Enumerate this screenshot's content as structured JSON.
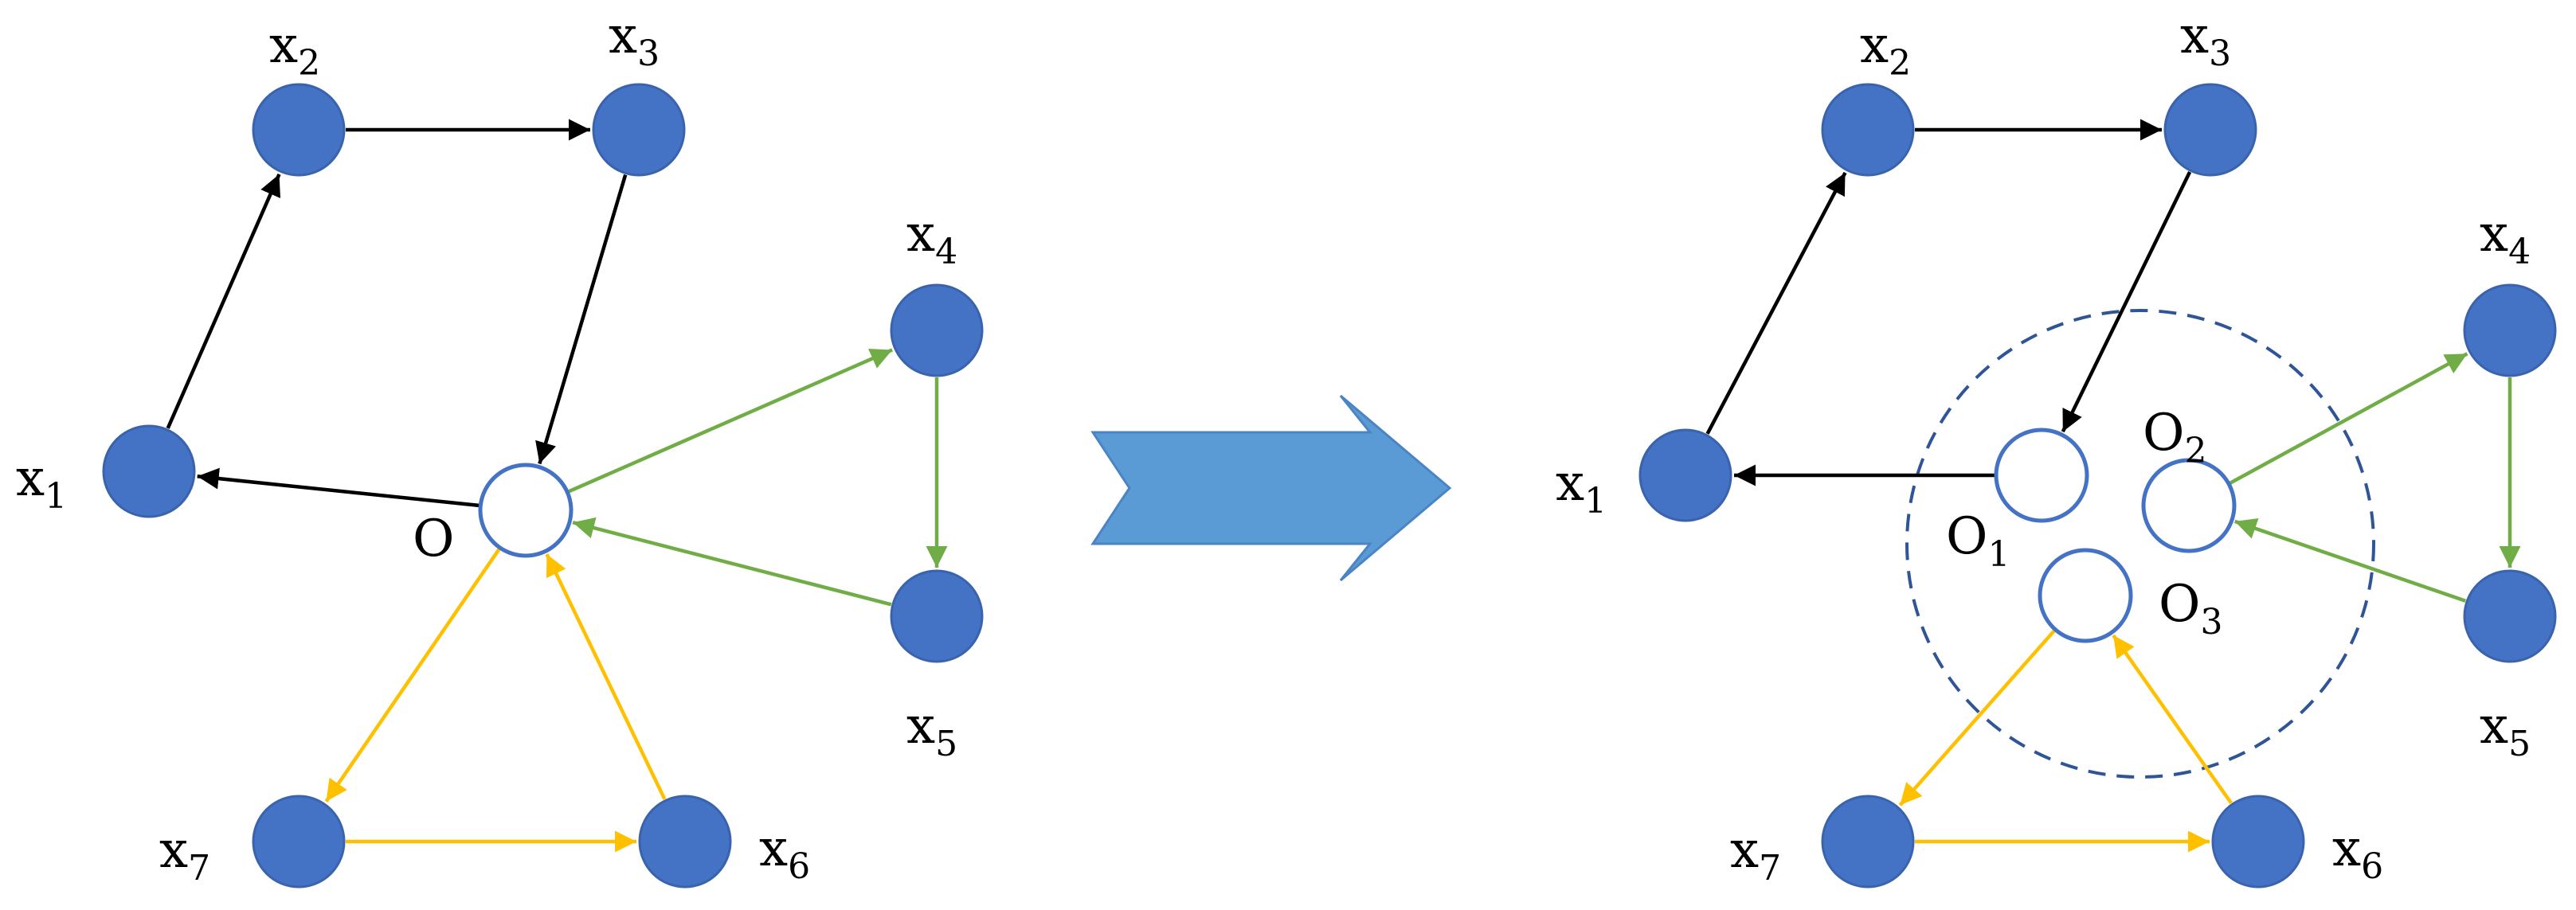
{
  "colors": {
    "node_fill": "#4472c4",
    "node_stroke": "#3a63ad",
    "hollow_stroke": "#4472c4",
    "edge_black": "#000000",
    "edge_green": "#70ad47",
    "edge_yellow": "#ffc000",
    "arrow_fill": "#5b9bd5",
    "dashed_circle": "#2f5597"
  },
  "diagrams": [
    {
      "id": "before",
      "nodes": [
        {
          "id": "x1",
          "kind": "filled",
          "label_main": "x",
          "label_sub": "1"
        },
        {
          "id": "x2",
          "kind": "filled",
          "label_main": "x",
          "label_sub": "2"
        },
        {
          "id": "x3",
          "kind": "filled",
          "label_main": "x",
          "label_sub": "3"
        },
        {
          "id": "x4",
          "kind": "filled",
          "label_main": "x",
          "label_sub": "4"
        },
        {
          "id": "x5",
          "kind": "filled",
          "label_main": "x",
          "label_sub": "5"
        },
        {
          "id": "x6",
          "kind": "filled",
          "label_main": "x",
          "label_sub": "6"
        },
        {
          "id": "x7",
          "kind": "filled",
          "label_main": "x",
          "label_sub": "7"
        },
        {
          "id": "O",
          "kind": "hollow",
          "label_main": "O",
          "label_sub": ""
        }
      ],
      "edges": [
        {
          "from": "x1",
          "to": "x2",
          "color": "black"
        },
        {
          "from": "x2",
          "to": "x3",
          "color": "black"
        },
        {
          "from": "x3",
          "to": "O",
          "color": "black"
        },
        {
          "from": "O",
          "to": "x1",
          "color": "black"
        },
        {
          "from": "O",
          "to": "x4",
          "color": "green"
        },
        {
          "from": "x4",
          "to": "x5",
          "color": "green"
        },
        {
          "from": "x5",
          "to": "O",
          "color": "green"
        },
        {
          "from": "O",
          "to": "x7",
          "color": "yellow"
        },
        {
          "from": "x7",
          "to": "x6",
          "color": "yellow"
        },
        {
          "from": "x6",
          "to": "O",
          "color": "yellow"
        }
      ]
    },
    {
      "id": "after",
      "nodes": [
        {
          "id": "x1",
          "kind": "filled",
          "label_main": "x",
          "label_sub": "1"
        },
        {
          "id": "x2",
          "kind": "filled",
          "label_main": "x",
          "label_sub": "2"
        },
        {
          "id": "x3",
          "kind": "filled",
          "label_main": "x",
          "label_sub": "3"
        },
        {
          "id": "x4",
          "kind": "filled",
          "label_main": "x",
          "label_sub": "4"
        },
        {
          "id": "x5",
          "kind": "filled",
          "label_main": "x",
          "label_sub": "5"
        },
        {
          "id": "x6",
          "kind": "filled",
          "label_main": "x",
          "label_sub": "6"
        },
        {
          "id": "x7",
          "kind": "filled",
          "label_main": "x",
          "label_sub": "7"
        },
        {
          "id": "O1",
          "kind": "hollow",
          "label_main": "O",
          "label_sub": "1"
        },
        {
          "id": "O2",
          "kind": "hollow",
          "label_main": "O",
          "label_sub": "2"
        },
        {
          "id": "O3",
          "kind": "hollow",
          "label_main": "O",
          "label_sub": "3"
        }
      ],
      "edges": [
        {
          "from": "x1",
          "to": "x2",
          "color": "black"
        },
        {
          "from": "x2",
          "to": "x3",
          "color": "black"
        },
        {
          "from": "x3",
          "to": "O1",
          "color": "black"
        },
        {
          "from": "O1",
          "to": "x1",
          "color": "black"
        },
        {
          "from": "O2",
          "to": "x4",
          "color": "green"
        },
        {
          "from": "x4",
          "to": "x5",
          "color": "green"
        },
        {
          "from": "x5",
          "to": "O2",
          "color": "green"
        },
        {
          "from": "O3",
          "to": "x7",
          "color": "yellow"
        },
        {
          "from": "x7",
          "to": "x6",
          "color": "yellow"
        },
        {
          "from": "x6",
          "to": "O3",
          "color": "yellow"
        }
      ],
      "groups": [
        {
          "id": "split-group",
          "members": [
            "O1",
            "O2",
            "O3"
          ],
          "style": "dashed-circle"
        }
      ]
    }
  ],
  "transition_arrow": {
    "icon": "chevron-arrow-right"
  }
}
